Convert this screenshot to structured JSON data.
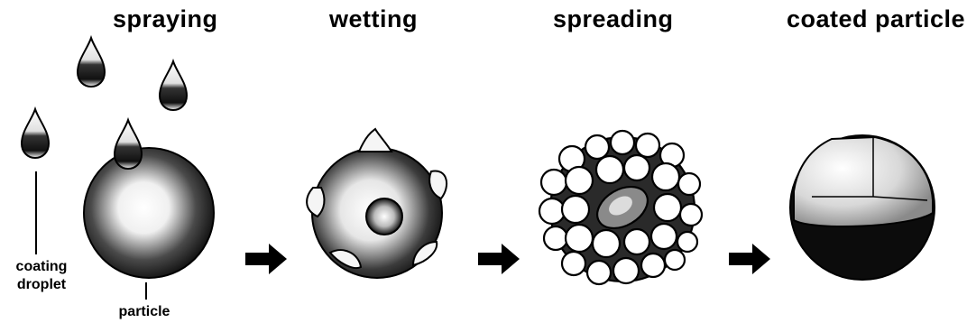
{
  "stages": [
    {
      "id": "spraying",
      "title": "spraying"
    },
    {
      "id": "wetting",
      "title": "wetting"
    },
    {
      "id": "spreading",
      "title": "spreading"
    },
    {
      "id": "coated",
      "title": "coated particle"
    }
  ],
  "labels": {
    "coating_droplet_line1": "coating",
    "coating_droplet_line2": "droplet",
    "particle": "particle"
  },
  "colors": {
    "ink": "#000000",
    "background": "#ffffff"
  }
}
